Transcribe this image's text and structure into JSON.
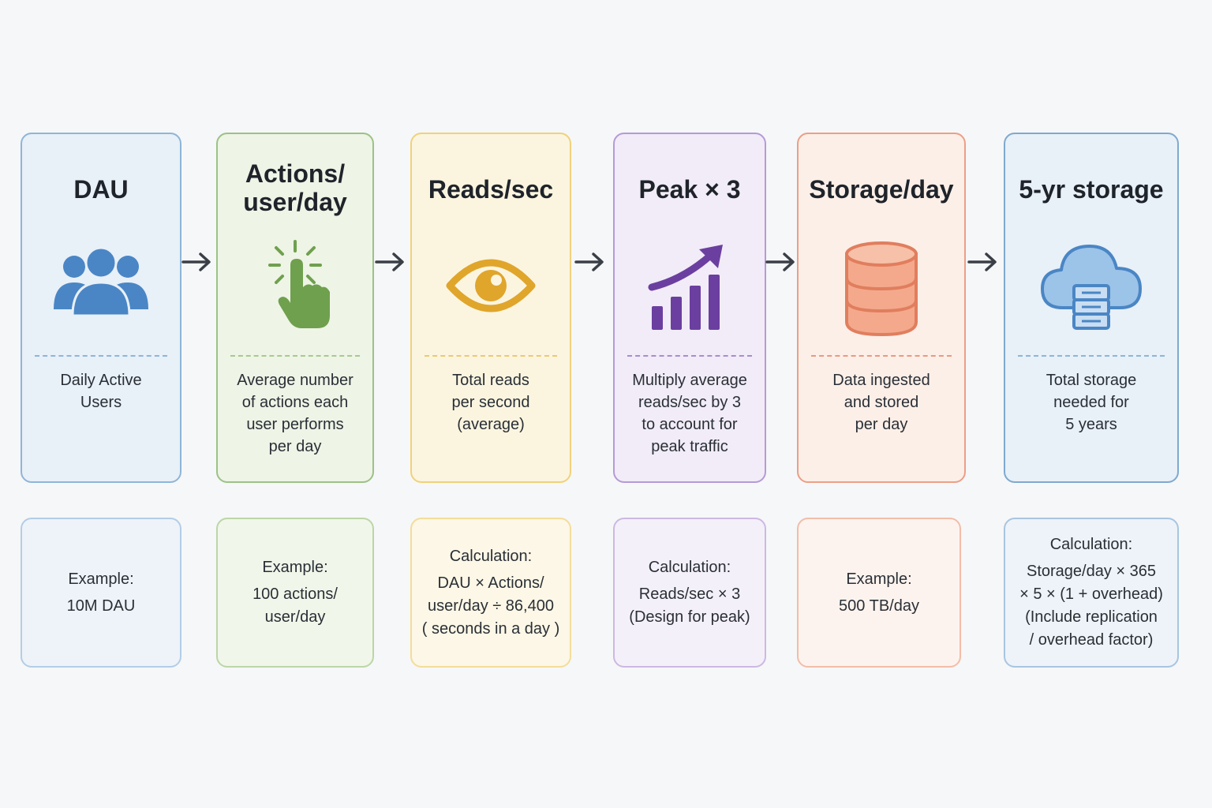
{
  "stages": [
    {
      "title": [
        "DAU"
      ],
      "icon": "users-icon",
      "description": [
        "Daily Active",
        "Users"
      ],
      "note": {
        "heading": "Example:",
        "lines": [
          "10M DAU"
        ]
      }
    },
    {
      "title": [
        "Actions/",
        "user/day"
      ],
      "icon": "tap-hand-icon",
      "description": [
        "Average number",
        "of actions each",
        "user performs",
        "per day"
      ],
      "note": {
        "heading": "Example:",
        "lines": [
          "100 actions/",
          "user/day"
        ]
      }
    },
    {
      "title": [
        "Reads/sec"
      ],
      "icon": "eye-icon",
      "description": [
        "Total reads",
        "per second",
        "(average)"
      ],
      "note": {
        "heading": "Calculation:",
        "lines": [
          "DAU × Actions/",
          "user/day ÷ 86,400",
          "( seconds in a day )"
        ]
      }
    },
    {
      "title": [
        "Peak × 3"
      ],
      "icon": "growth-chart-icon",
      "description": [
        "Multiply average",
        "reads/sec by 3",
        "to account for",
        "peak traffic"
      ],
      "note": {
        "heading": "Calculation:",
        "lines": [
          "Reads/sec × 3",
          "(Design for peak)"
        ]
      }
    },
    {
      "title": [
        "Storage/day"
      ],
      "icon": "database-icon",
      "description": [
        "Data ingested",
        "and stored",
        "per day"
      ],
      "note": {
        "heading": "Example:",
        "lines": [
          "500 TB/day"
        ]
      }
    },
    {
      "title": [
        "5-yr storage"
      ],
      "icon": "cloud-server-icon",
      "description": [
        "Total storage",
        "needed for",
        "5 years"
      ],
      "note": {
        "heading": "Calculation:",
        "lines": [
          "Storage/day × 365",
          "× 5 × (1 + overhead)",
          "(Include replication",
          "/ overhead factor)"
        ]
      }
    }
  ],
  "colors": {
    "blue": "#4a86c5",
    "green": "#6fa04e",
    "yellow": "#e0a52b",
    "purple": "#6b3fa0",
    "orange": "#f4a98c",
    "cloud": "#9cc3e8",
    "arrow": "#3a3f47"
  }
}
